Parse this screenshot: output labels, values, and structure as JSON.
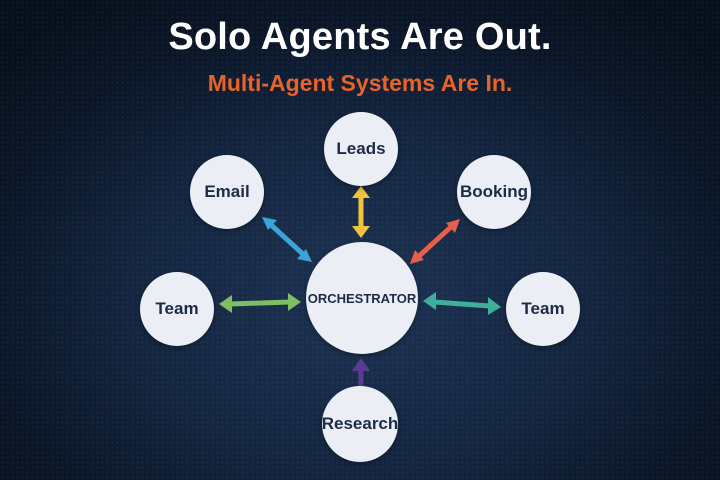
{
  "header": {
    "title": "Solo Agents Are Out.",
    "subtitle": "Multi-Agent Systems Are In."
  },
  "colors": {
    "subtitle": "#e8632a",
    "node_fill": "#ebeef4",
    "node_text": "#1c2c48"
  },
  "diagram": {
    "center": {
      "label": "ORCHESTRATOR"
    },
    "nodes": [
      {
        "label": "Leads",
        "arrow_color": "#f2c33c"
      },
      {
        "label": "Email",
        "arrow_color": "#3aa3d9"
      },
      {
        "label": "Booking",
        "arrow_color": "#e5604a"
      },
      {
        "label": "Team",
        "arrow_color": "#7fbf62"
      },
      {
        "label": "Team",
        "arrow_color": "#3fae9a"
      },
      {
        "label": "Research",
        "arrow_color": "#5a3d92"
      }
    ]
  }
}
